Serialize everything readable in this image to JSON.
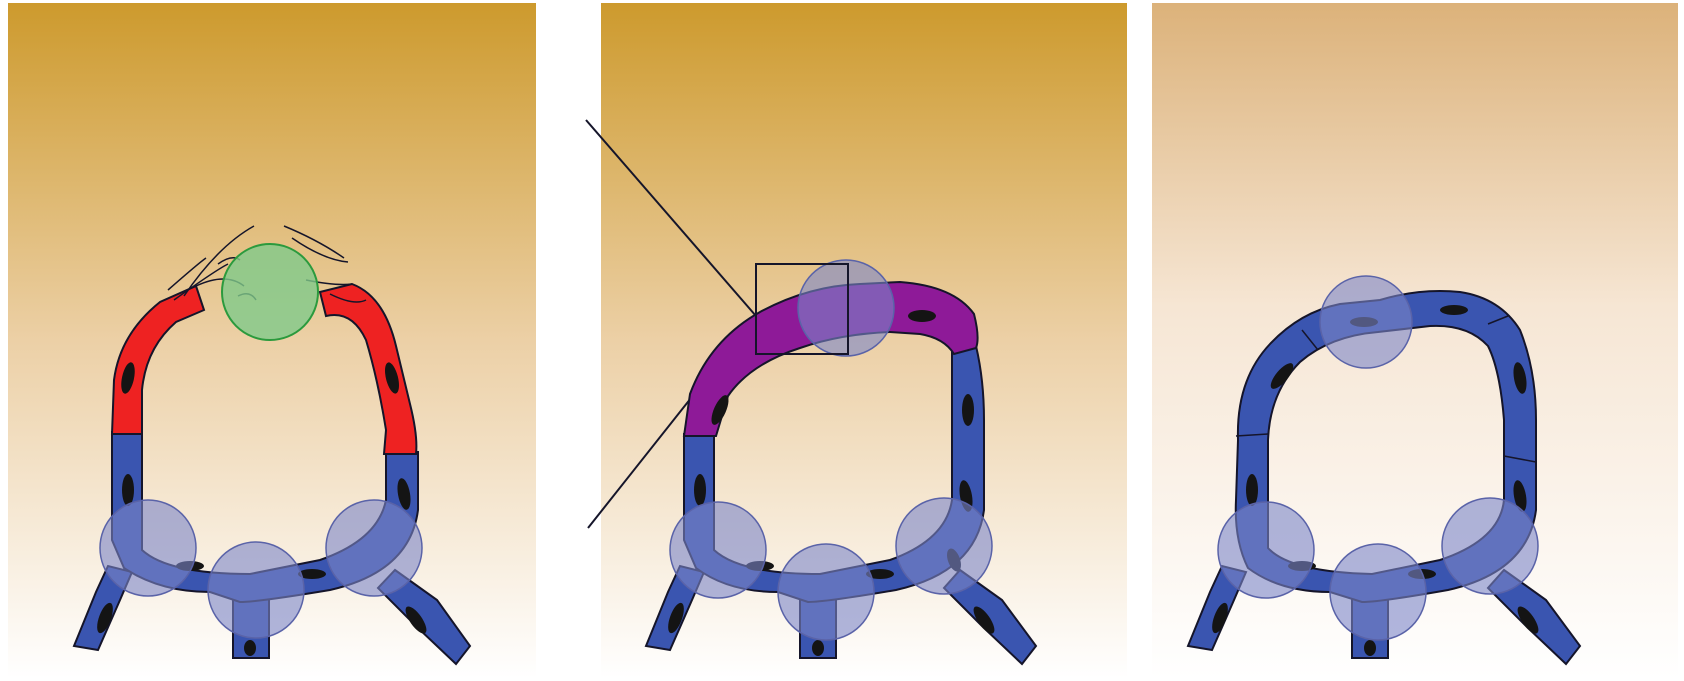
{
  "figure": {
    "panels": [
      {
        "id": "panel-1",
        "stage": "tip-cell-guidance",
        "vessel_tip_color": "#ee2222",
        "guide_cell_color": "#7fc98a",
        "background_top": "#cd9a2d"
      },
      {
        "id": "panel-2",
        "stage": "anastomosis",
        "vessel_tip_color": "#8e1a98",
        "background_top": "#cd9a2d",
        "has_zoom_box": true
      },
      {
        "id": "panel-3",
        "stage": "lumenized-loop",
        "vessel_color": "#3a55b0",
        "background_top": "#dcb27a"
      }
    ],
    "colors": {
      "vessel_blue": "#3a55b0",
      "vessel_outline": "#15152a",
      "nucleus": "#141414",
      "pericyte_lavender": "#7c86c8",
      "tip_red": "#ee2222",
      "tip_purple": "#8e1a98",
      "guide_green": "#7fc98a"
    }
  }
}
